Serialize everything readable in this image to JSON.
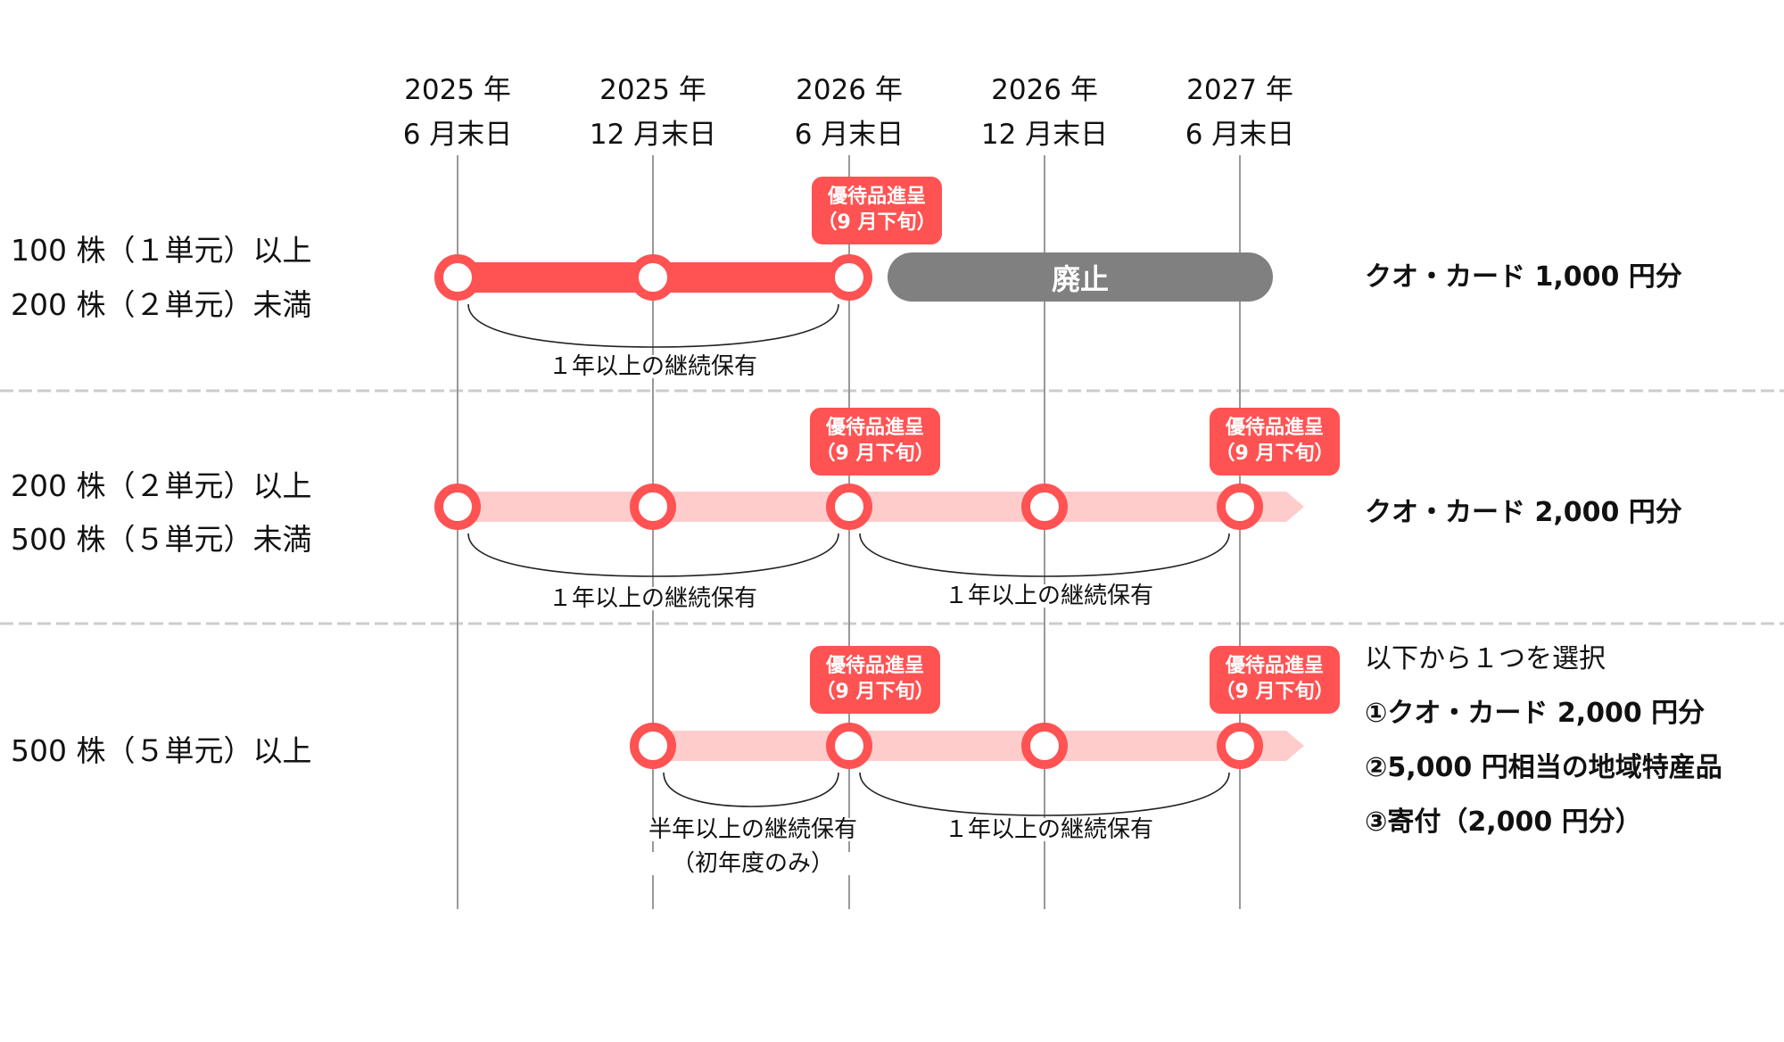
{
  "timeline": {
    "columns": [
      {
        "year": "2025 年",
        "date": "6 月末日"
      },
      {
        "year": "2025 年",
        "date": "12 月末日"
      },
      {
        "year": "2026 年",
        "date": "6 月末日"
      },
      {
        "year": "2026 年",
        "date": "12 月末日"
      },
      {
        "year": "2027 年",
        "date": "6 月末日"
      }
    ]
  },
  "badge": {
    "line1": "優待品進呈",
    "line2": "（9 月下旬）"
  },
  "colors": {
    "accent": "#FF5252",
    "accent_light": "#FFCCCC",
    "abolished": "#808080",
    "grid": "#999999",
    "separator": "#CCCCCC"
  },
  "rows": [
    {
      "label_lines": [
        "100 株（１単元）以上",
        "200 株（２単元）未満"
      ],
      "milestones": [
        0,
        1,
        2
      ],
      "bar_style": "solid",
      "badges_at": [
        2
      ],
      "abolished_label": "廃止",
      "holding_notes": [
        {
          "text": "１年以上の継続保有",
          "from": 0,
          "to": 2
        }
      ],
      "prize": [
        "クオ・カード 1,000 円分"
      ]
    },
    {
      "label_lines": [
        "200 株（２単元）以上",
        "500 株（５単元）未満"
      ],
      "milestones": [
        0,
        1,
        2,
        3,
        4
      ],
      "bar_style": "light-arrow",
      "badges_at": [
        2,
        4
      ],
      "holding_notes": [
        {
          "text": "１年以上の継続保有",
          "from": 0,
          "to": 2
        },
        {
          "text": "１年以上の継続保有",
          "from": 2,
          "to": 4
        }
      ],
      "prize": [
        "クオ・カード 2,000 円分"
      ]
    },
    {
      "label_lines": [
        "500 株（５単元）以上"
      ],
      "milestones": [
        1,
        2,
        3,
        4
      ],
      "bar_style": "light-arrow",
      "badges_at": [
        2,
        4
      ],
      "holding_notes": [
        {
          "text": "半年以上の継続保有",
          "text2": "（初年度のみ）",
          "from": 1,
          "to": 2
        },
        {
          "text": "１年以上の継続保有",
          "from": 2,
          "to": 4
        }
      ],
      "prize_intro": "以下から１つを選択",
      "prize": [
        "①クオ・カード 2,000 円分",
        "②5,000 円相当の地域特産品",
        "③寄付（2,000 円分）"
      ]
    }
  ]
}
